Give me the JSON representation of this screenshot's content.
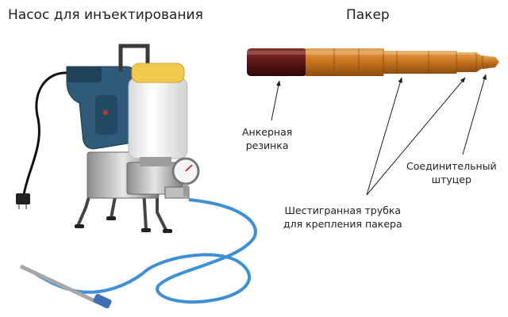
{
  "titles": {
    "pump": "Насос для инъектирования",
    "packer": "Пакер"
  },
  "labels": {
    "anchor_rubber": [
      "Анкерная",
      "резинка"
    ],
    "connector_fitting": [
      "Соединительный",
      "штуцер"
    ],
    "hex_tube": [
      "Шестигранная трубка",
      "для крепления пакера"
    ]
  },
  "colors": {
    "packer_body": "#c9761f",
    "anchor_rubber": "#5a1614",
    "hose": "#3d8fd6",
    "drill_body": "#2f5b78",
    "tank_lid": "#f2c94c"
  }
}
